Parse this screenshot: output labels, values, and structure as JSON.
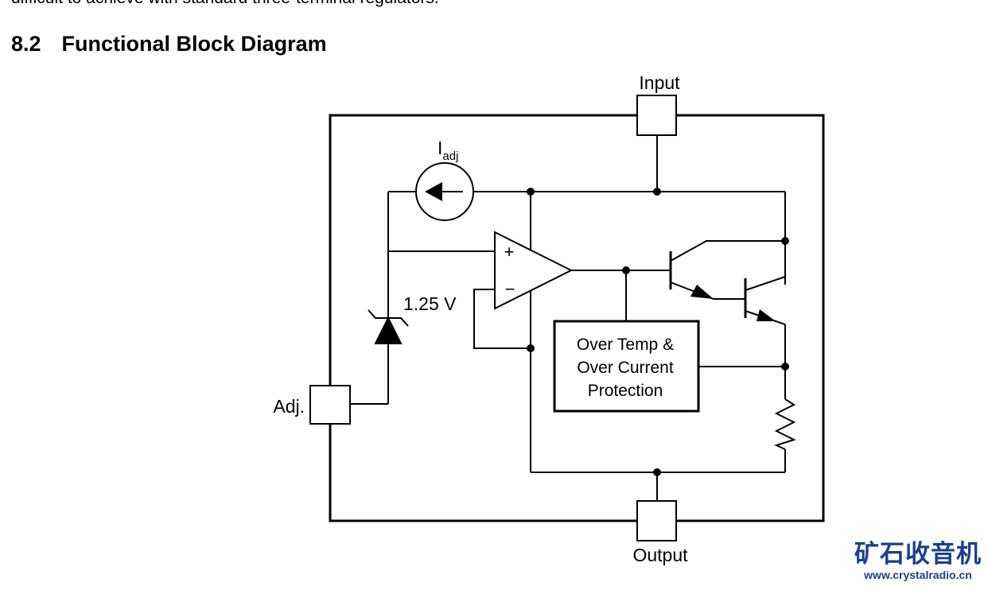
{
  "intro_text": "difficult to achieve with standard three-terminal regulators.",
  "section": {
    "number": "8.2",
    "title": "Functional Block Diagram"
  },
  "diagram": {
    "pins": {
      "input": "Input",
      "output": "Output",
      "adj": "Adj."
    },
    "current_source": {
      "label_main": "I",
      "label_sub": "adj"
    },
    "reference": {
      "label": "1.25 V"
    },
    "opamp": {
      "plus": "+",
      "minus": "−"
    },
    "protection_block": {
      "lines": [
        "Over Temp &",
        "Over Current",
        "Protection"
      ]
    }
  },
  "watermark": {
    "chinese": "矿石收音机",
    "url": "www.crystalradio.cn"
  },
  "colors": {
    "ink": "#000000",
    "watermark": "#1a3f8f"
  }
}
